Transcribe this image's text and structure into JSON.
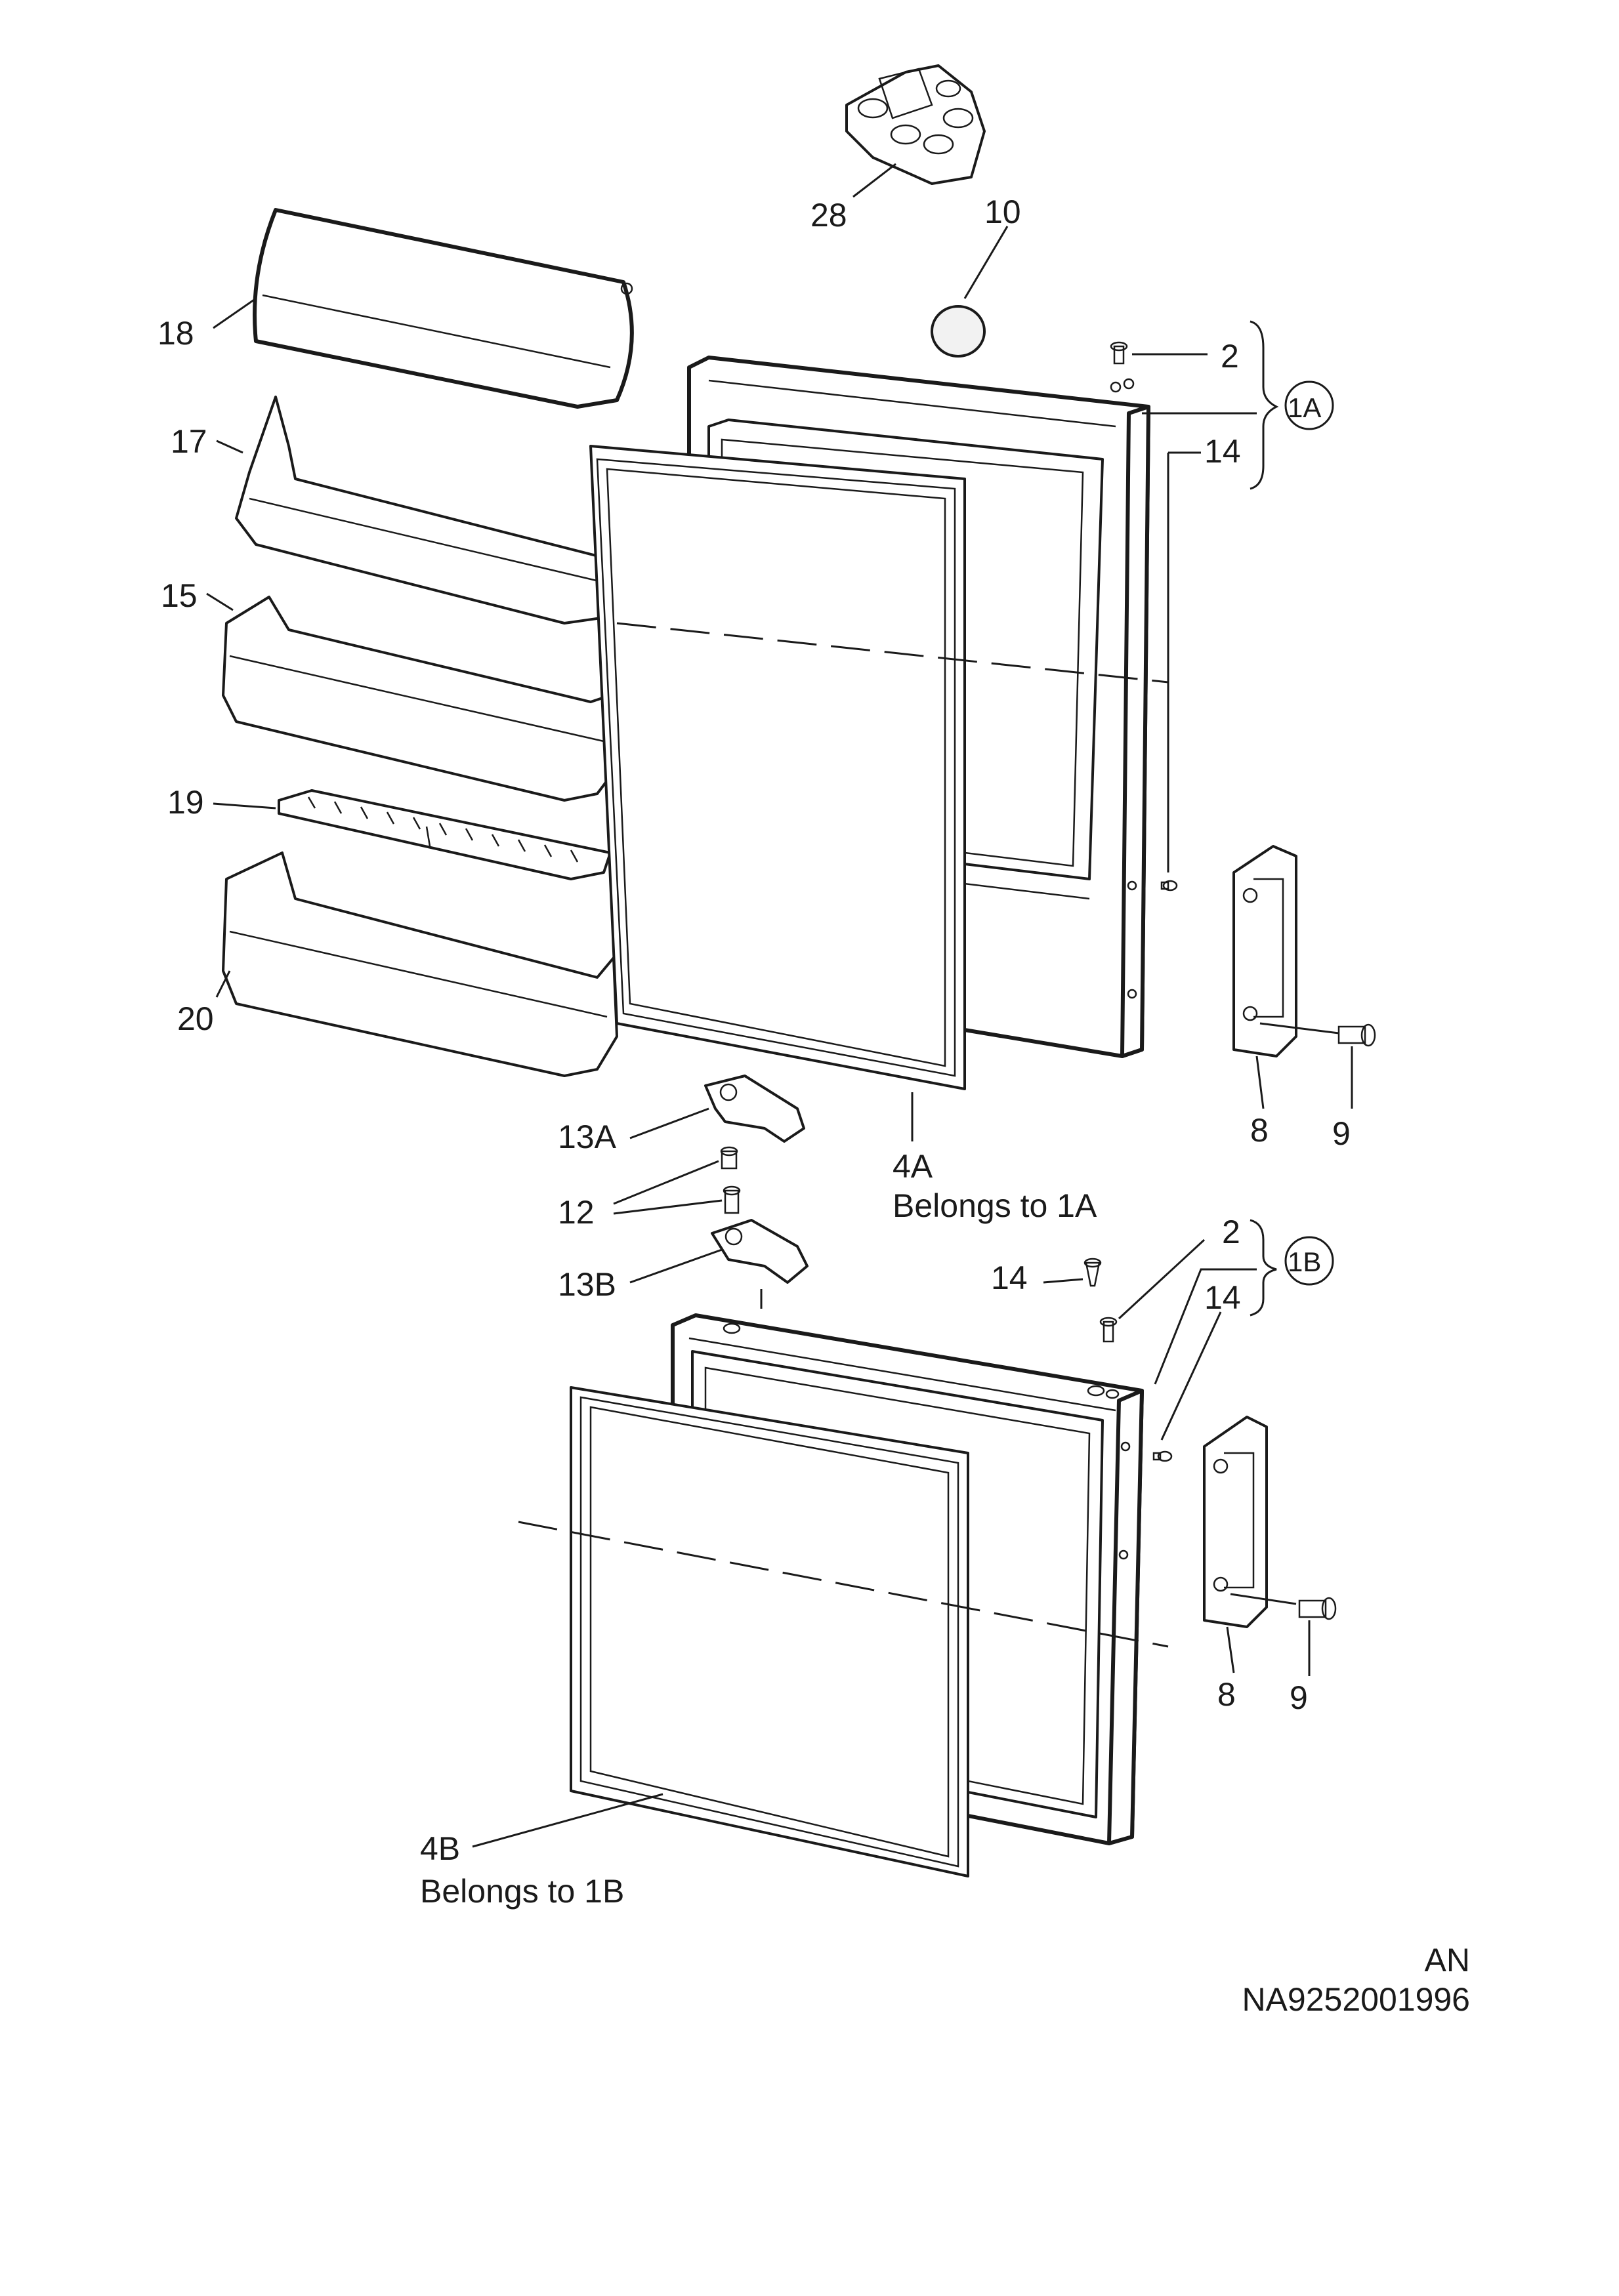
{
  "labels": {
    "p28": "28",
    "p10": "10",
    "p18": "18",
    "p17": "17",
    "p15": "15",
    "p19": "19",
    "p20": "20",
    "p2a": "2",
    "p14a": "14",
    "g1a": "1A",
    "p13a": "13A",
    "p12": "12",
    "p13b": "13B",
    "p4a": "4A",
    "p4a_note": "Belongs to 1A",
    "p8a": "8",
    "p9a": "9",
    "p2b": "2",
    "g1b": "1B",
    "p14b_left": "14",
    "p14b_right": "14",
    "p8b": "8",
    "p9b": "9",
    "p4b": "4B",
    "p4b_note": "Belongs to 1B"
  },
  "footer": {
    "code": "AN",
    "doc_number": "NA9252001996"
  }
}
